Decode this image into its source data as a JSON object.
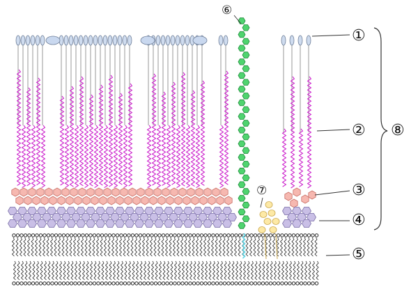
{
  "diagram": {
    "labels": [
      {
        "id": "label-1",
        "text": "①"
      },
      {
        "id": "label-2",
        "text": "②"
      },
      {
        "id": "label-3",
        "text": "③"
      },
      {
        "id": "label-4",
        "text": "④"
      },
      {
        "id": "label-5",
        "text": "⑤"
      },
      {
        "id": "label-6",
        "text": "⑥"
      },
      {
        "id": "label-7",
        "text": "⑦"
      },
      {
        "id": "label-8",
        "text": "⑧"
      }
    ],
    "colors": {
      "head": "#cfdcef",
      "head_stroke": "#6f7f99",
      "oval": "#c9d8ef",
      "chain": "#cc22cc",
      "stem": "#8c8c8c",
      "pink_hex": "#f6b8b0",
      "pink_stroke": "#c96f67",
      "purple_hex": "#c9bfe6",
      "purple_stroke": "#7d72a8",
      "green_hex": "#4fd46f",
      "green_stroke": "#1f8a3a",
      "yellow": "#fde9a6",
      "yellow_stroke": "#c9a64a",
      "bilayer": "#222222",
      "cyan": "#66d9e8",
      "leader": "#333333"
    }
  }
}
